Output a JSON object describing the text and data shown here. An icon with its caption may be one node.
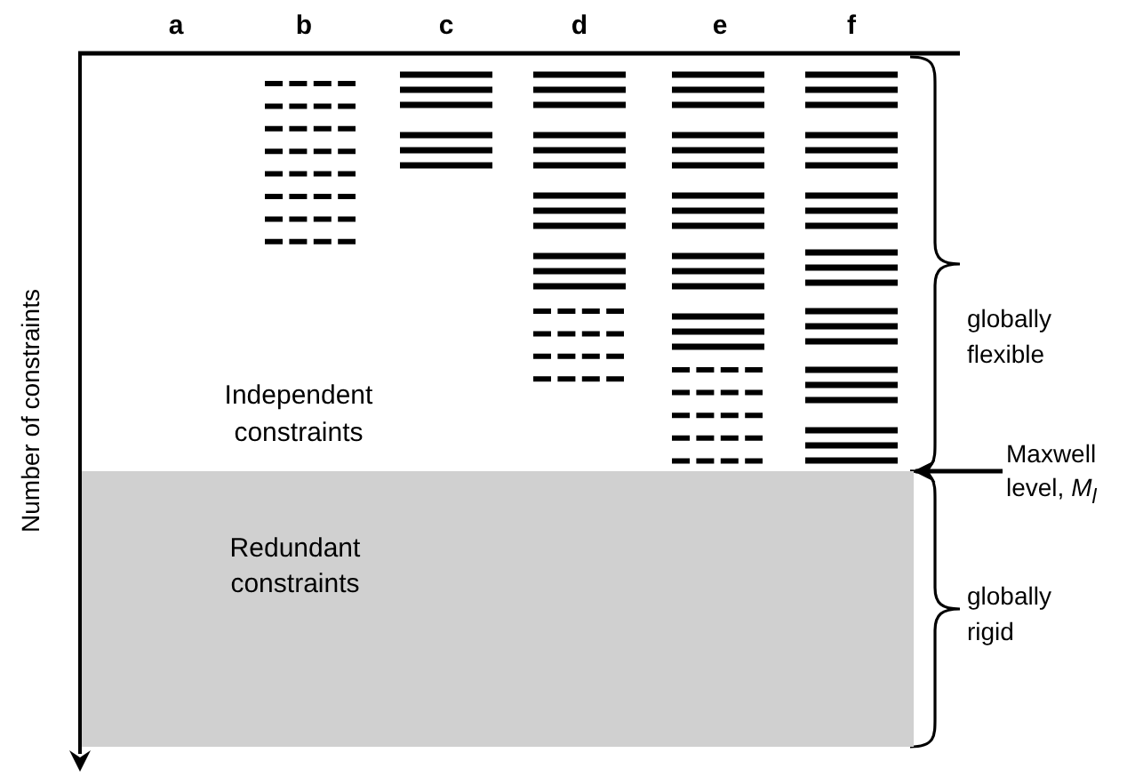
{
  "diagram": {
    "nodes": [
      {
        "text": [
          "Redundant constraints"
        ]
      },
      {
        "text": [
          "Maxwell level, *M*$_{l}$"
        ]
      }
    ],
    "edges": [
      {
        "from": 1,
        "to": 0,
        "arrow": "to"
      }
    ],
    "labels": [
      "a",
      "b",
      "c",
      "d",
      "e",
      "f",
      "Number of constraints",
      "globally flexible",
      "Independent constraints",
      "globally rigid"
    ]
  }
}
